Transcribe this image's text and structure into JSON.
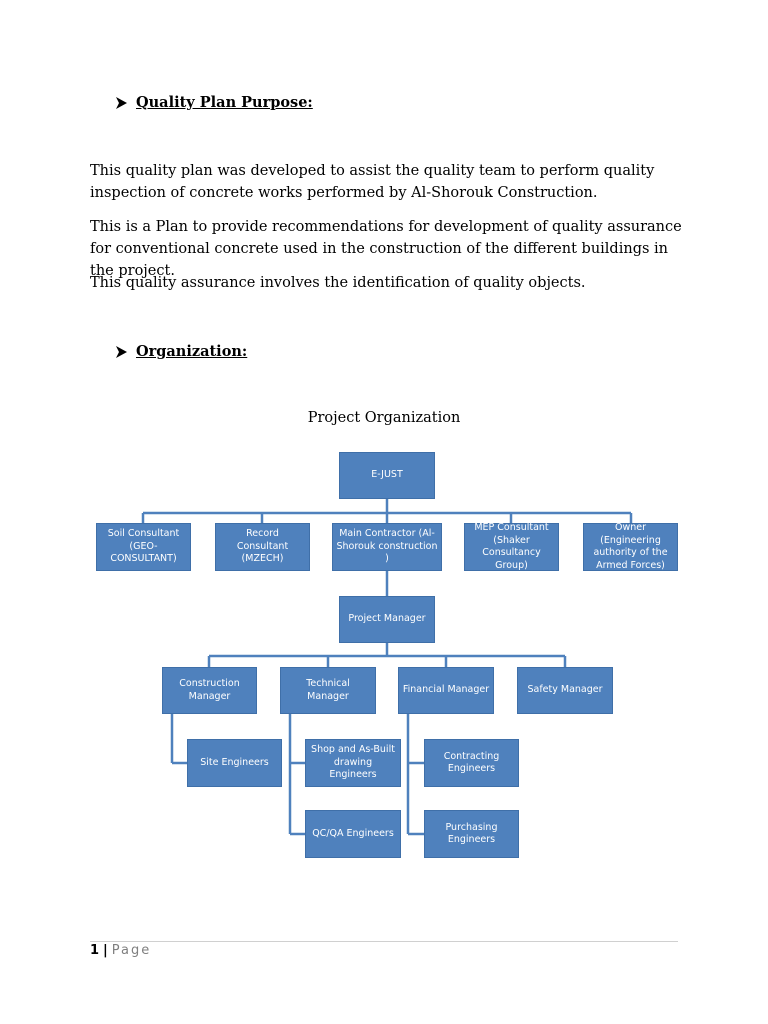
{
  "sections": {
    "purpose": {
      "title": "Quality Plan Purpose:",
      "paragraphs": [
        "This quality plan was developed to assist the quality team to perform quality inspection of concrete works performed by Al-Shorouk Construction.",
        "This is a Plan to provide recommendations for development of quality assurance for conventional concrete used in the construction of the different buildings in the project.",
        "This quality assurance involves the identification of quality objects."
      ]
    },
    "organization": {
      "title": "Organization:"
    }
  },
  "org_chart": {
    "title": "Project Organization",
    "top": "E-JUST",
    "consultants": [
      "Soil Consultant (GEO-CONSULTANT)",
      "Record Consultant (MZECH)",
      "Main Contractor (Al-Shorouk construction )",
      "MEP Consultant (Shaker Consultancy Group)",
      "Owner (Engineering authority of the Armed Forces)"
    ],
    "project_manager": "Project Manager",
    "managers": [
      "Construction Manager",
      "Technical Manager",
      "Financial Manager",
      "Safety Manager"
    ],
    "construction_staff": [
      "Site Engineers"
    ],
    "technical_staff": [
      "Shop and As-Built drawing Engineers",
      "QC/QA Engineers"
    ],
    "financial_staff": [
      "Contracting Engineers",
      "Purchasing Engineers"
    ]
  },
  "footer": {
    "page_number": "1",
    "separator": "|",
    "page_label": "Page"
  },
  "colors": {
    "box_fill": "#4f81bd",
    "connector": "#4f81bd"
  }
}
